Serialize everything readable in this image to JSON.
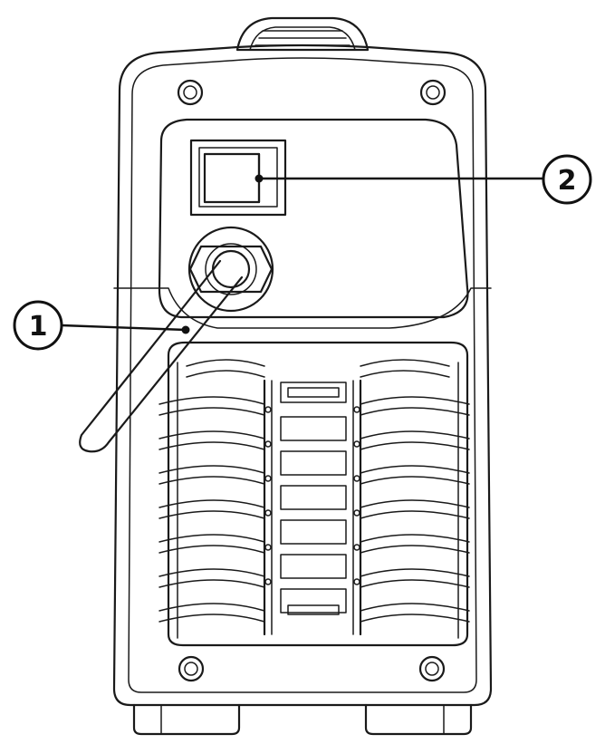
{
  "callouts": [
    {
      "id": "1",
      "label": "1"
    },
    {
      "id": "2",
      "label": "2"
    }
  ],
  "colors": {
    "stroke": "#1a1a1a",
    "background": "#ffffff"
  }
}
